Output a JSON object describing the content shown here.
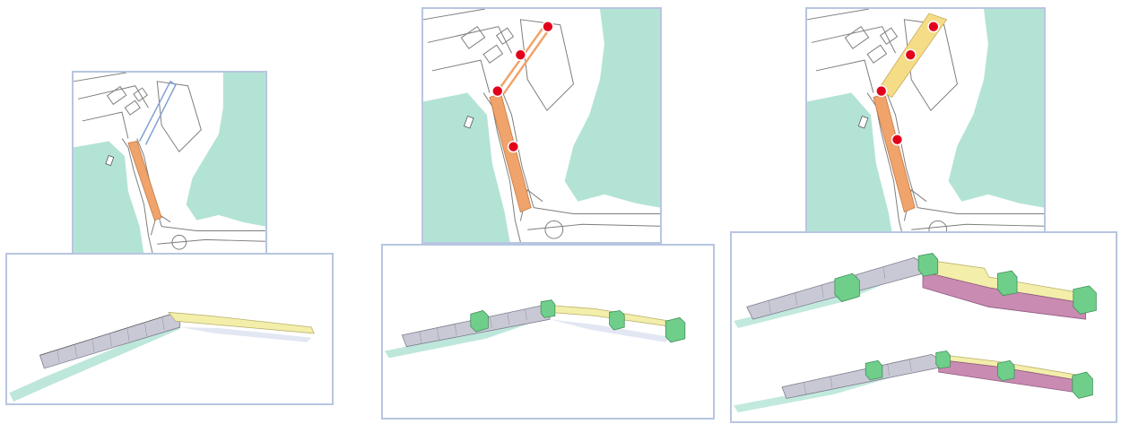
{
  "figure": {
    "stages": [
      {
        "stage": 1,
        "highlight_color": "#f0a36a",
        "markers": 0,
        "volumes": 0
      },
      {
        "stage": 2,
        "highlight_color": "#f0a36a",
        "markers": 4,
        "volumes": 4
      },
      {
        "stage": 3,
        "highlight_color": "#f5dc86",
        "markers": 4,
        "volumes": 4,
        "views": 2
      }
    ],
    "colors": {
      "water": "#b3e3d5",
      "map_lines": "#7d7d7d",
      "panel_border": "#b7c6e0",
      "wall": "#c9c9d6",
      "wall_top": "#f3eeaa",
      "block": "#6fcf8a",
      "facade": "#c98bb2",
      "marker": "#e3001b"
    },
    "icons": [
      "marker-icon",
      "block-icon"
    ]
  }
}
